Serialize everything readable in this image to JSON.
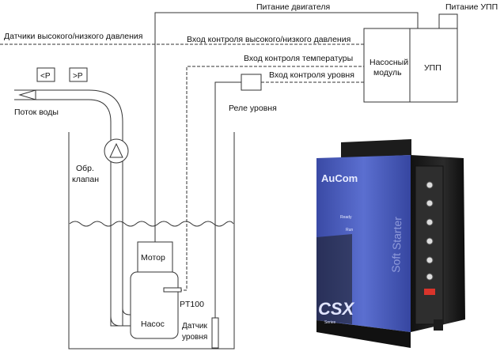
{
  "labels": {
    "motor_power": "Питание двигателя",
    "softstarter_power": "Питание УПП",
    "pressure_sensors": "Датчики высокого/низкого давления",
    "pressure_control_input": "Вход контроля высокого/низкого давления",
    "temperature_input": "Вход контроля температуры",
    "level_input": "Вход контроля уровня",
    "pump_module_line1": "Насосный",
    "pump_module_line2": "модуль",
    "softstarter": "УПП",
    "level_relay": "Реле уровня",
    "low_pressure": "<P",
    "high_pressure": ">P",
    "water_flow": "Поток воды",
    "check_valve_line1": "Обр.",
    "check_valve_line2": "клапан",
    "motor": "Мотор",
    "pump": "Насос",
    "pt100": "PT100",
    "level_sensor_line1": "Датчик",
    "level_sensor_line2": "уровня"
  },
  "device": {
    "brand": "AuCom",
    "side_text": "Soft Starter",
    "series": "CSX",
    "series_sub": "Series",
    "led_ready": "Ready",
    "led_run": "Run"
  },
  "colors": {
    "line": "#222222",
    "device_blue": "#4a5db8",
    "device_black": "#1a1a1a",
    "trip_red": "#d9342b"
  }
}
